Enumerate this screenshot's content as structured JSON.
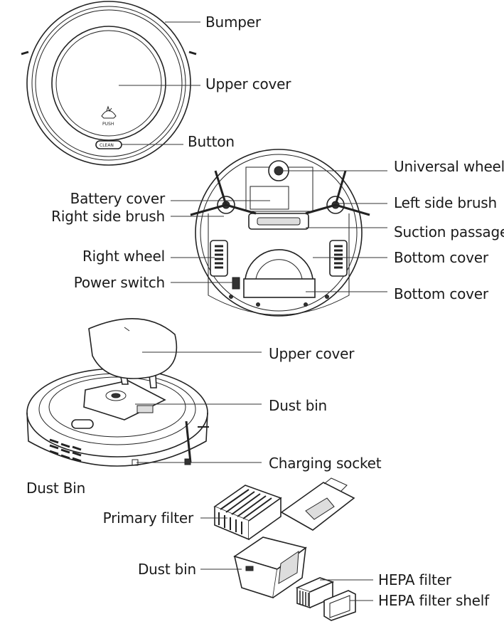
{
  "section_top": {
    "bumper": "Bumper",
    "upper_cover": "Upper cover",
    "button": "Button",
    "push_text": "PUSH",
    "clean_text": "CLEAN"
  },
  "section_bottom": {
    "universal_wheel": "Universal wheel",
    "battery_cover": "Battery cover",
    "left_side_brush": "Left side brush",
    "right_side_brush": "Right side brush",
    "suction_passage": "Suction passage",
    "right_wheel": "Right wheel",
    "bottom_cover_1": "Bottom cover",
    "power_switch": "Power switch",
    "bottom_cover_2": "Bottom cover"
  },
  "section_open": {
    "upper_cover": "Upper cover",
    "dust_bin": "Dust bin",
    "charging_socket": "Charging socket",
    "title": "Dust Bin"
  },
  "section_bin": {
    "primary_filter": "Primary filter",
    "dust_bin": "Dust bin",
    "hepa_filter": "HEPA filter",
    "hepa_filter_shelf": "HEPA filter shelf"
  }
}
